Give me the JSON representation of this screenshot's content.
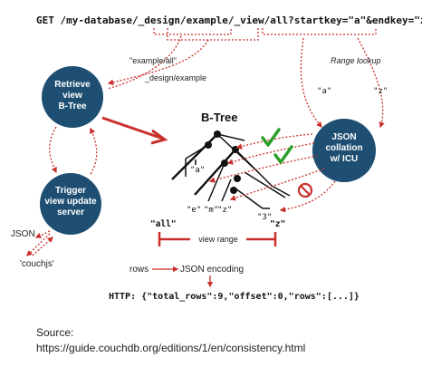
{
  "request": {
    "prefix": "GET /my-database/",
    "design": "_design/example/",
    "view": "_view/all",
    "query": "?startkey=\"a\"&endkey=\"z\""
  },
  "labels": {
    "example_all": "\"example/all\"",
    "design_example": "_design/example",
    "range_lookup": "Range lookup",
    "key_a": "\"a\"",
    "key_z": "\"z\""
  },
  "nodes": {
    "retrieve": [
      "Retrieve",
      "view",
      "B-Tree"
    ],
    "trigger": [
      "Trigger",
      "view update",
      "server"
    ],
    "json_collation": [
      "JSON",
      "collation",
      "w/ ICU"
    ]
  },
  "btree": {
    "title": "B-Tree",
    "keys": {
      "a": "\"a\"",
      "e": "\"e\"",
      "m": "\"m\"",
      "z": "\"z\"",
      "three": "\"3\""
    },
    "all_label": "\"all\"",
    "z_label": "\"z\"",
    "view_range": "view range"
  },
  "side": {
    "json": "JSON",
    "couchjs": "'couchjs'"
  },
  "flow": {
    "rows": "rows",
    "json_encoding": "JSON encoding"
  },
  "http_response": "HTTP: {\"total_rows\":9,\"offset\":0,\"rows\":[...]}",
  "source": {
    "label": "Source:",
    "url": "https://guide.couchdb.org/editions/1/en/consistency.html"
  },
  "colors": {
    "node_fill": "#1e4f72",
    "arrow_red": "#c9302c",
    "check_green": "#2aa02a"
  }
}
